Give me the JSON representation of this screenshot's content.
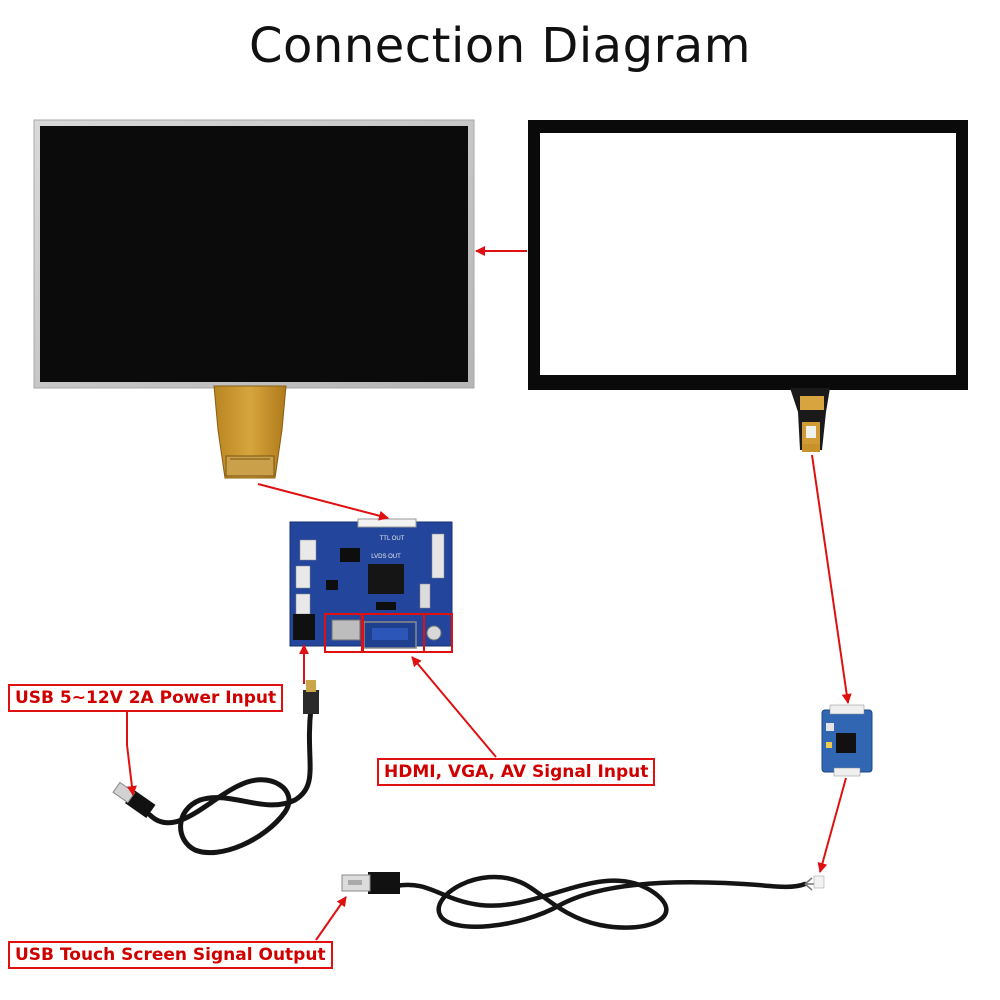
{
  "title": "Connection Diagram",
  "labels": {
    "power_input": "USB 5~12V 2A Power Input",
    "signal_input": "HDMI, VGA, AV Signal Input",
    "usb_output": "USB Touch Screen Signal Output"
  },
  "board_text": {
    "ttl_out": "TTL OUT",
    "lvds_out": "LVDS OUT"
  },
  "colors": {
    "arrow": "#e01010",
    "lcd_frame": "#c9c9c9",
    "lcd_screen": "#0b0b0b",
    "touch_glass": "#ffffff",
    "touch_border": "#0a0a0a",
    "fpc": "#c8922a",
    "pcb": "#1f3f95",
    "cable": "#141414"
  }
}
